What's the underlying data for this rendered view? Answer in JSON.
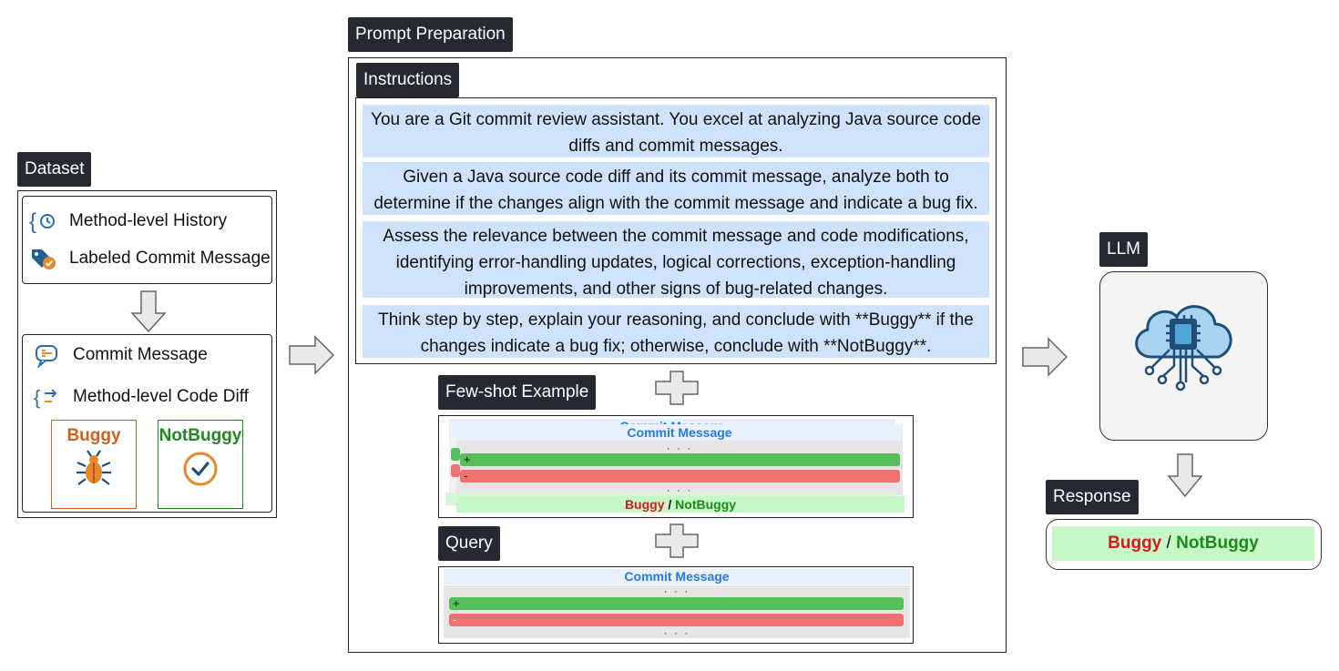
{
  "dataset": {
    "tag": "Dataset",
    "top_items": [
      "Method-level History",
      "Labeled Commit Message"
    ],
    "bottom_items": [
      "Commit Message",
      "Method-level Code Diff"
    ],
    "buggy_label": "Buggy",
    "notbuggy_label": "NotBuggy"
  },
  "prompt": {
    "tag": "Prompt Preparation",
    "instructions_tag": "Instructions",
    "instructions": [
      "You are a Git commit review assistant. You excel at analyzing Java source code diffs and commit messages.",
      "Given a Java source code diff and its commit message, analyze both to determine if the changes align with the commit message and indicate a bug fix.",
      "Assess the relevance between the commit message and code modifications, identifying error-handling updates, logical corrections, exception-handling improvements, and other signs of bug-related changes.",
      "Think step by step, explain your reasoning, and conclude with **Buggy** if the changes indicate a bug fix; otherwise, conclude with **NotBuggy**."
    ],
    "fewshot_tag": "Few-shot Example",
    "query_tag": "Query",
    "mini": {
      "commit_message": "Commit Message",
      "dots": "· · ·",
      "plus": "+",
      "minus": "-",
      "buggy": "Buggy",
      "slash": " / ",
      "notbuggy": "NotBuggy"
    }
  },
  "llm": {
    "tag": "LLM"
  },
  "response": {
    "tag": "Response",
    "buggy": "Buggy",
    "slash": " / ",
    "notbuggy": "NotBuggy"
  },
  "colors": {
    "tag_bg": "#262a30",
    "instruction_bg": "#cfe2fb",
    "buggy_orange": "#d0601a",
    "notbuggy_green": "#1e8a1e",
    "plus_green": "#55c05a",
    "minus_red": "#f07070",
    "commit_blue": "#2a7ae2"
  }
}
